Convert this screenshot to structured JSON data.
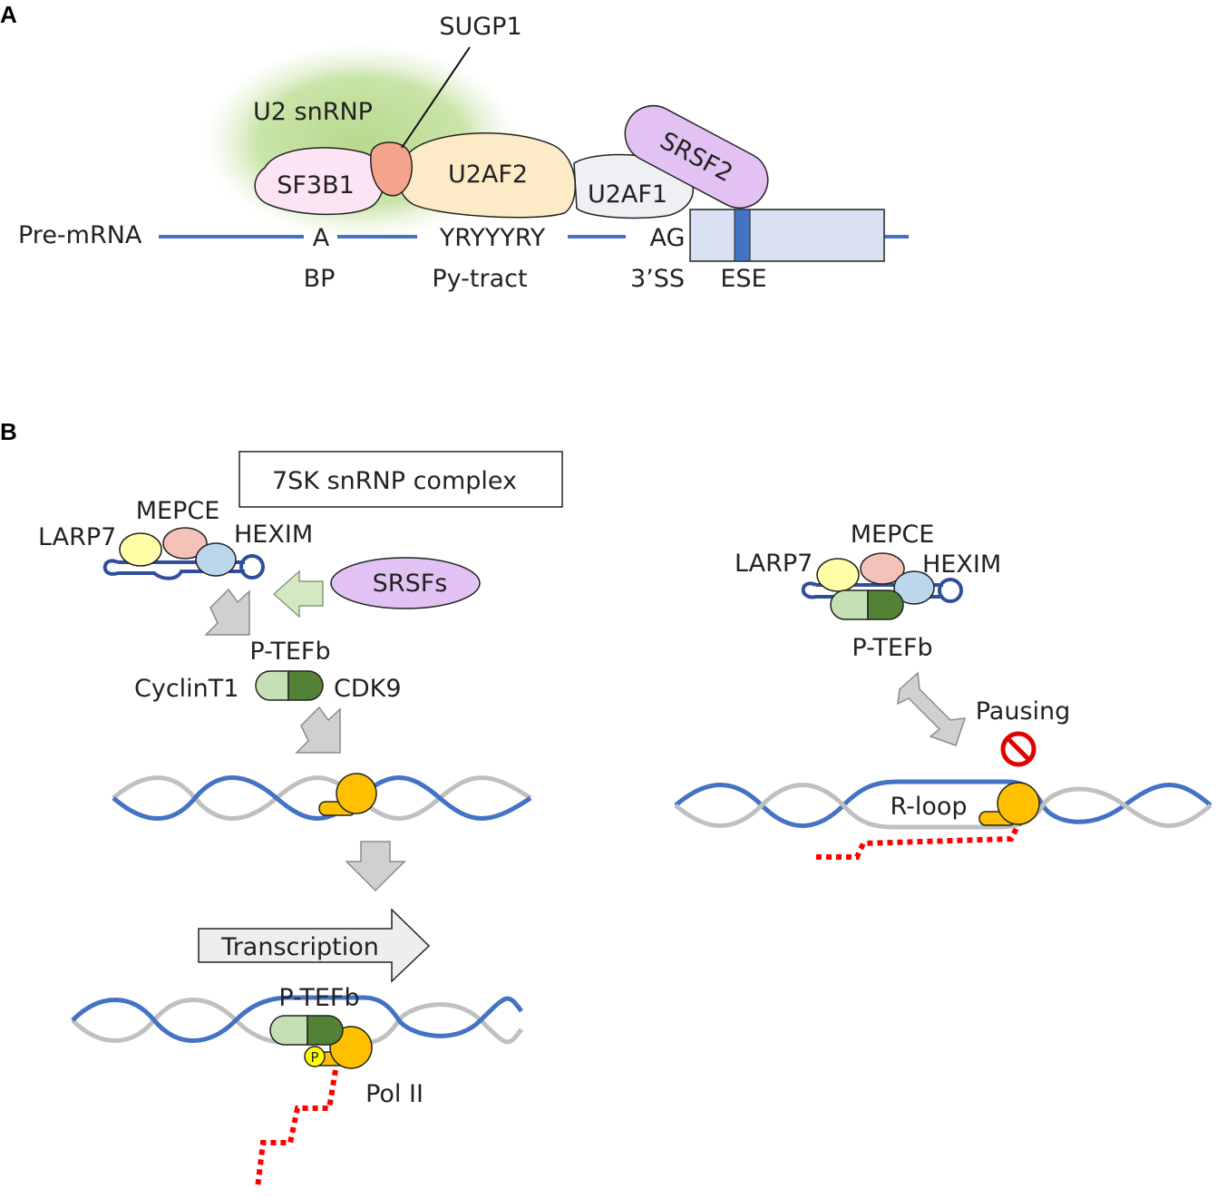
{
  "panel_a": {
    "label": "A",
    "u2_snrnp": "U2 snRNP",
    "sugp1": "SUGP1",
    "sf3b1": "SF3B1",
    "u2af2": "U2AF2",
    "u2af1": "U2AF1",
    "srsf2": "SRSF2",
    "pre_mrna": "Pre-mRNA",
    "sites": [
      {
        "seq": "A",
        "name": "BP"
      },
      {
        "seq": "YRYYYRY",
        "name": "Py-tract"
      },
      {
        "seq": "AG",
        "name": "3’SS"
      },
      {
        "seq": "",
        "name": "ESE"
      }
    ]
  },
  "panel_b": {
    "label": "B",
    "complex_box": "7SK snRNP complex",
    "larp7": "LARP7",
    "mepce": "MEPCE",
    "hexim": "HEXIM",
    "srsfs": "SRSFs",
    "ptefb": "P-TEFb",
    "cyclint1": "CyclinT1",
    "cdk9": "CDK9",
    "transcription": "Transcription",
    "phospho": "P",
    "pol2": "Pol II",
    "right_larp7": "LARP7",
    "right_mepce": "MEPCE",
    "right_hexim": "HEXIM",
    "right_ptefb": "P-TEFb",
    "pausing": "Pausing",
    "rloop": "R-loop"
  },
  "colors": {
    "rna_blue": "#4472c4",
    "u2_green": "#c5e0a5",
    "sf3b1_pink": "#fce4f4",
    "sugp1_salmon": "#f4a48c",
    "u2af2_cream": "#fdebc8",
    "u2af1_grey": "#eef0f4",
    "srsf_purple": "#e2c2f2",
    "exon_blue": "#d9e1f2",
    "cyclin_light": "#c5e0b4",
    "cdk9_dark": "#548235",
    "polii_orange": "#ffc000",
    "dna_grey": "#c0c0c0",
    "rna_red": "#ff0000",
    "stop_red": "#e00000"
  }
}
